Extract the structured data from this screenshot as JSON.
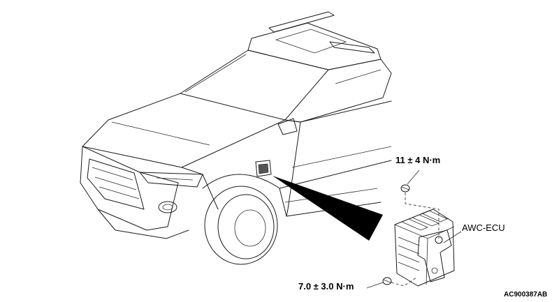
{
  "labels": {
    "torque_top": "11 ± 4 N·m",
    "torque_bottom": "7.0 ± 3.0 N·m",
    "component": "AWC-ECU",
    "figure_code": "AC900387AB"
  },
  "colors": {
    "line": "#1a1a1a",
    "pointer": "#000000",
    "background": "#ffffff"
  }
}
